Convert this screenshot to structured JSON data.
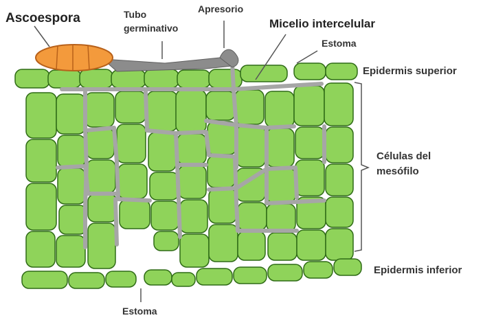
{
  "labels": {
    "ascoespora": "Ascoespora",
    "tubo_line1": "Tubo",
    "tubo_line2": "germinativo",
    "apresorio": "Apresorio",
    "micelio": "Micelio intercelular",
    "estoma_top": "Estoma",
    "epidermis_superior": "Epidermis superior",
    "celulas_line1": "Células del",
    "celulas_line2": "mesófilo",
    "epidermis_inferior": "Epidermis inferior",
    "estoma_bottom": "Estoma"
  },
  "colors": {
    "cell_fill": "#8fd35a",
    "cell_stroke": "#2f6b16",
    "hyphae": "#a6a6a6",
    "spore_fill": "#f39a3c",
    "spore_stroke": "#b8611a",
    "appressorium": "#8c8c8c",
    "text": "#222222"
  }
}
